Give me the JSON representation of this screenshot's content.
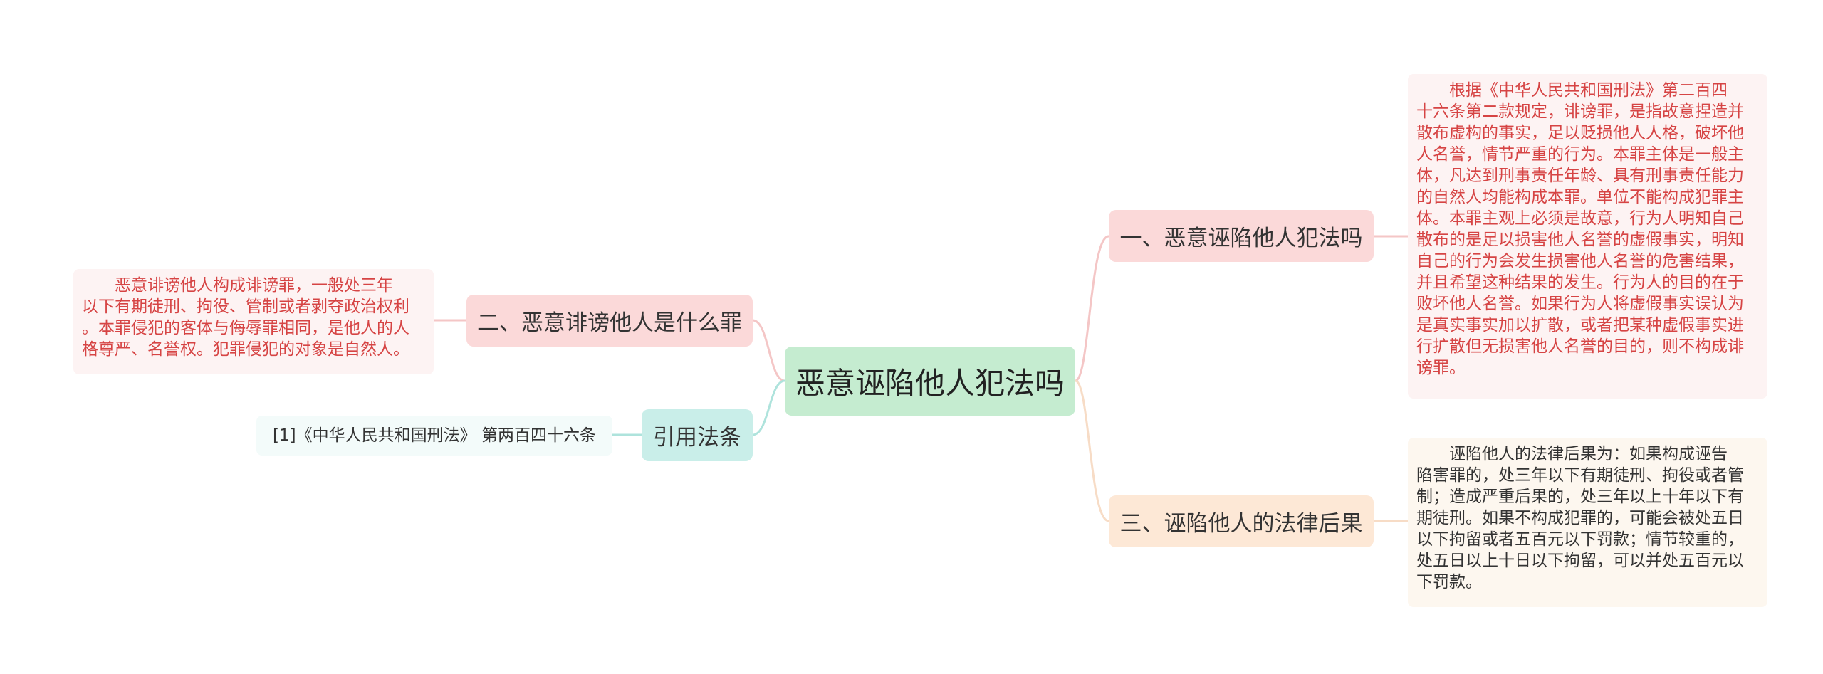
{
  "root": {
    "title": "恶意诬陷他人犯法吗"
  },
  "branches": {
    "b1": {
      "title": "一、恶意诬陷他人犯法吗"
    },
    "b2": {
      "title": "二、恶意诽谤他人是什么罪"
    },
    "b3": {
      "title": "三、诬陷他人的法律后果"
    },
    "b4": {
      "title": "引用法条"
    }
  },
  "leaves": {
    "l1": "　　根据《中华人民共和国刑法》第二百四\n十六条第二款规定，诽谤罪，是指故意捏造并\n散布虚构的事实，足以贬损他人人格，破坏他\n人名誉，情节严重的行为。本罪主体是一般主\n体，凡达到刑事责任年龄、具有刑事责任能力\n的自然人均能构成本罪。单位不能构成犯罪主\n体。本罪主观上必须是故意，行为人明知自己\n散布的是足以损害他人名誉的虚假事实，明知\n自己的行为会发生损害他人名誉的危害结果，\n并且希望这种结果的发生。行为人的目的在于\n败坏他人名誉。如果行为人将虚假事实误认为\n是真实事实加以扩散，或者把某种虚假事实进\n行扩散但无损害他人名誉的目的，则不构成诽\n谤罪。",
    "l2": "　　恶意诽谤他人构成诽谤罪，一般处三年\n以下有期徒刑、拘役、管制或者剥夺政治权利\n。本罪侵犯的客体与侮辱罪相同，是他人的人\n格尊严、名誉权。犯罪侵犯的对象是自然人。",
    "l3": "　　诬陷他人的法律后果为：如果构成诬告\n陷害罪的，处三年以下有期徒刑、拘役或者管\n制；造成严重后果的，处三年以上十年以下有\n期徒刑。如果不构成犯罪的，可能会被处五日\n以下拘留或者五百元以下罚款；情节较重的，\n处五日以上十日以下拘留，可以并处五百元以\n下罚款。",
    "l4": "[1]《中华人民共和国刑法》 第两百四十六条"
  },
  "colors": {
    "root_fill": "#c5ecd0",
    "pink_fill": "#fbd9d9",
    "peach_fill": "#fde8d6",
    "teal_fill": "#c9eee9",
    "red_text": "#d64444",
    "pink_link": "#f4c6c6",
    "peach_link": "#f7dcc6",
    "teal_link": "#aee3dc"
  }
}
